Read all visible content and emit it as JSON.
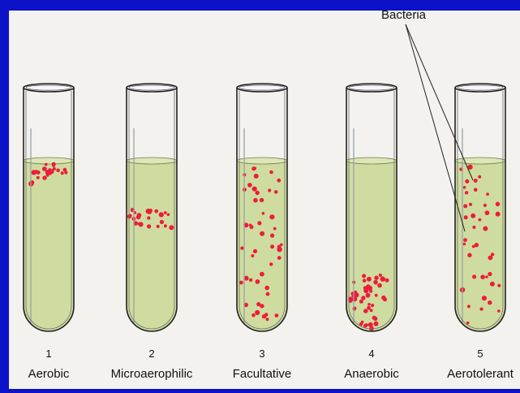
{
  "colors": {
    "frame": "#0b12c8",
    "panel": "#f4f2ee",
    "medium": "#cfdca0",
    "bacteria": "#ee1c3a",
    "glass": "#222222"
  },
  "callout": {
    "label": "Bacteria"
  },
  "tubes": [
    {
      "number": "1",
      "label": "Aerobic"
    },
    {
      "number": "2",
      "label": "Microaerophilic"
    },
    {
      "number": "3",
      "label": "Facultative"
    },
    {
      "number": "4",
      "label": "Anaerobic"
    },
    {
      "number": "5",
      "label": "Aerotolerant"
    }
  ]
}
